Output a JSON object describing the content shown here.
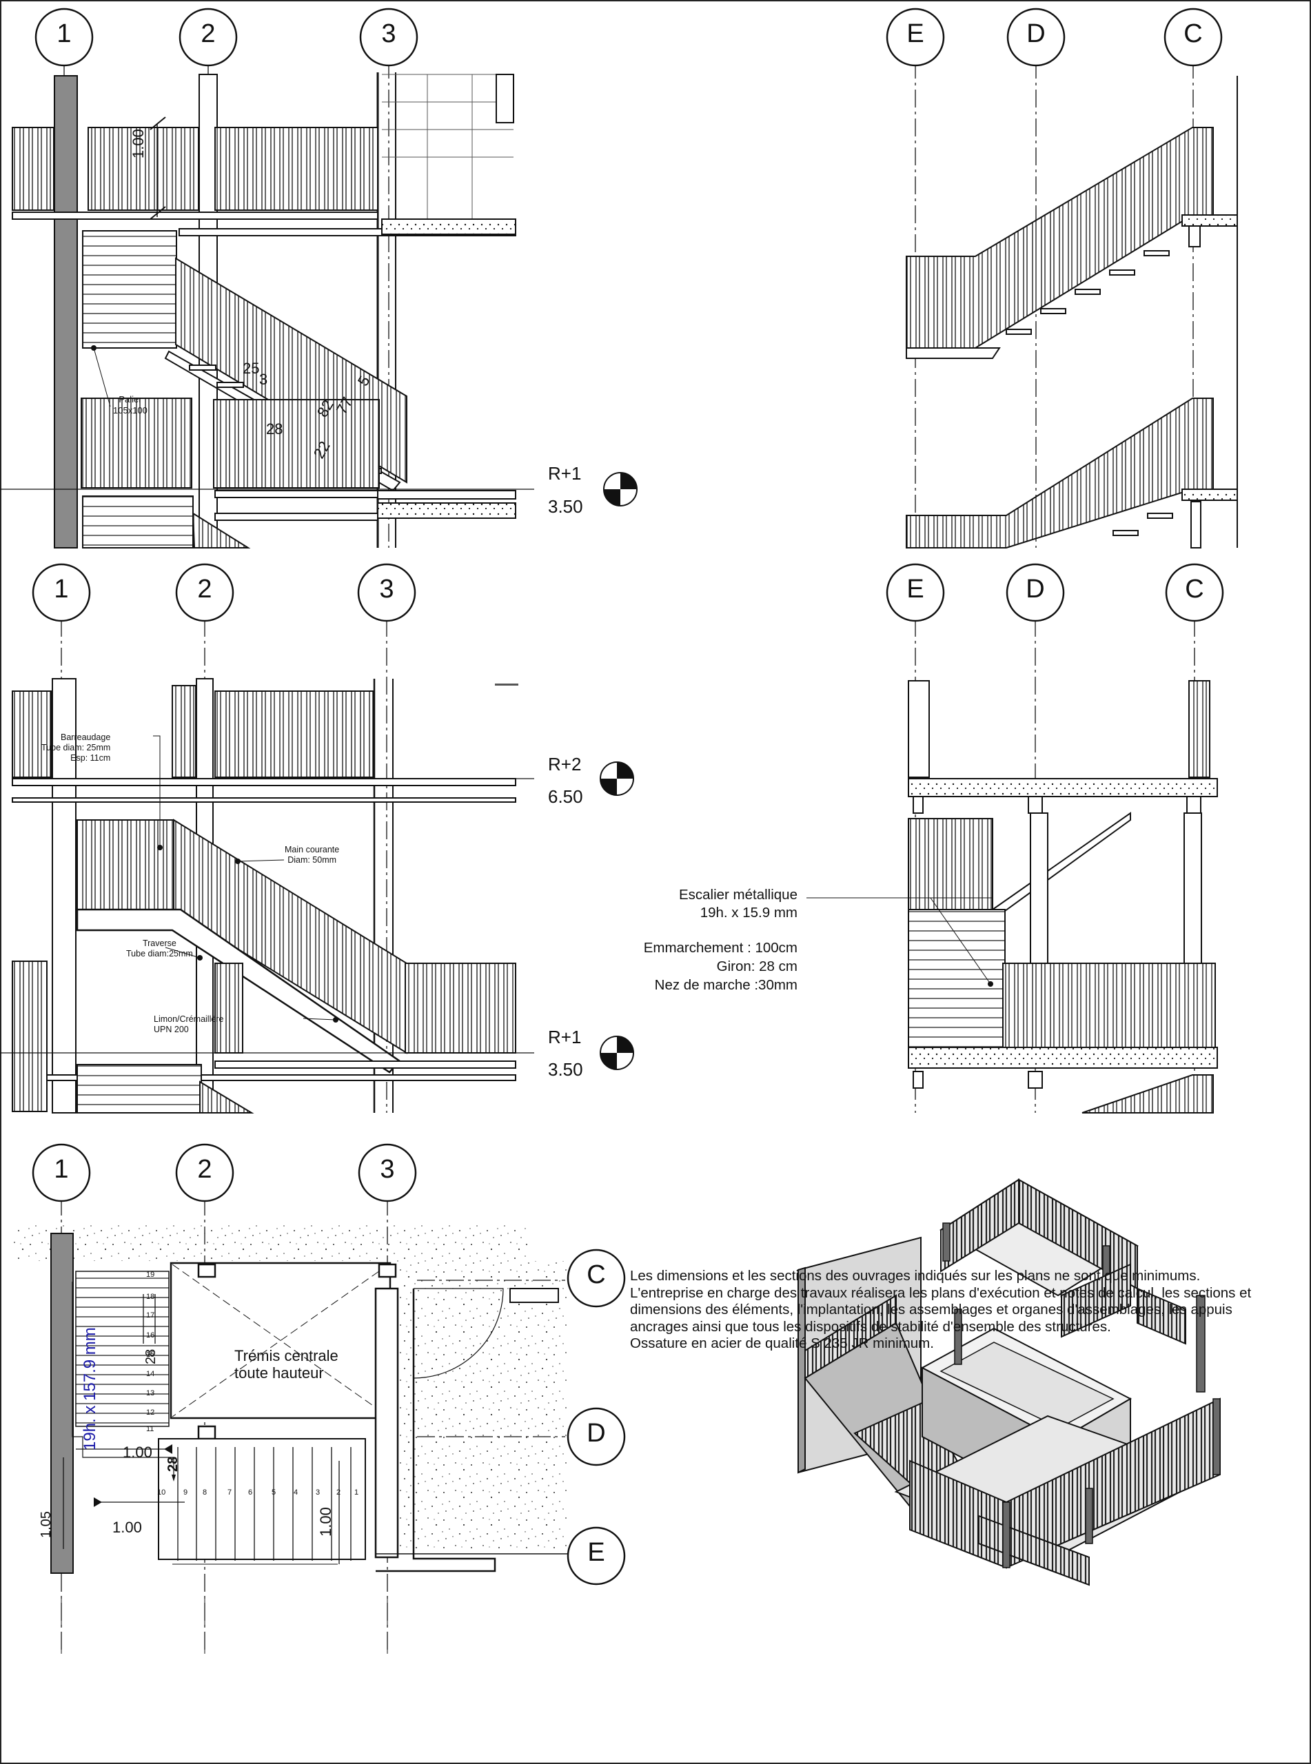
{
  "grid_bubbles": {
    "top_left": [
      "1",
      "2",
      "3"
    ],
    "top_right": [
      "E",
      "D",
      "C"
    ],
    "mid_left": [
      "1",
      "2",
      "3"
    ],
    "mid_right": [
      "E",
      "D",
      "C"
    ],
    "plan_top": [
      "1",
      "2",
      "3"
    ],
    "plan_right": [
      "C",
      "D",
      "E"
    ]
  },
  "levels": {
    "r1_top": {
      "name": "R+1",
      "elev": "3.50"
    },
    "r2": {
      "name": "R+2",
      "elev": "6.50"
    },
    "r1_mid": {
      "name": "R+1",
      "elev": "3.50"
    }
  },
  "section1": {
    "dim_guard": "1.00",
    "landing": "Palier\n105x100",
    "d25": "25",
    "d3": "3",
    "d82": "82",
    "d5": "5",
    "d77": "77",
    "d28": "28",
    "d22": "22"
  },
  "section2": {
    "barreaudage": "Barreaudage\nTube diam: 25mm\nEsp: 11cm",
    "main_courante": "Main courante\nDiam: 50mm",
    "traverse": "Traverse\nTube diam:25mm",
    "limon": "Limon/Crémaillère\nUPN 200"
  },
  "stair_spec": {
    "line1": "Escalier métallique",
    "line2": "19h. x 15.9 mm",
    "line3": "Emmarchement : 100cm",
    "line4": "Giron: 28 cm",
    "line5": "Nez de marche :30mm"
  },
  "plan": {
    "void_label": "Trémis centrale\ntoute hauteur",
    "risers_label": "19h. x 157.9 mm",
    "step_numbers": [
      "19",
      "18",
      "17",
      "16",
      "15",
      "14",
      "13",
      "12",
      "11",
      "10",
      "9",
      "8",
      "7",
      "6",
      "5",
      "4",
      "3",
      "2",
      "1"
    ],
    "dim_28a": "28",
    "dim_28b": "28",
    "dim_100a": "1.00",
    "dim_100b": "1.00",
    "dim_100c": "1.00",
    "dim_105": "1.05"
  },
  "notes": {
    "p1": "Les dimensions et les sections des ouvrages indiqués sur les plans ne sont que minimums.",
    "p2": "L'entreprise en charge des travaux réalisera les plans d'exécution et notes de calcul, les sections et dimensions des éléments, l'implantation, les assemblages et organes d'assemblages, les appuis ancrages ainsi que tous les dispositifs de stabilité d'ensemble des structures.",
    "p3": "Ossature en acier de qualité S 235 JR minimum."
  },
  "colors": {
    "line": "#111111",
    "wall": "#808080",
    "fill_grey": "#cfcfcf",
    "blue_dim": "#1a1aa8"
  }
}
